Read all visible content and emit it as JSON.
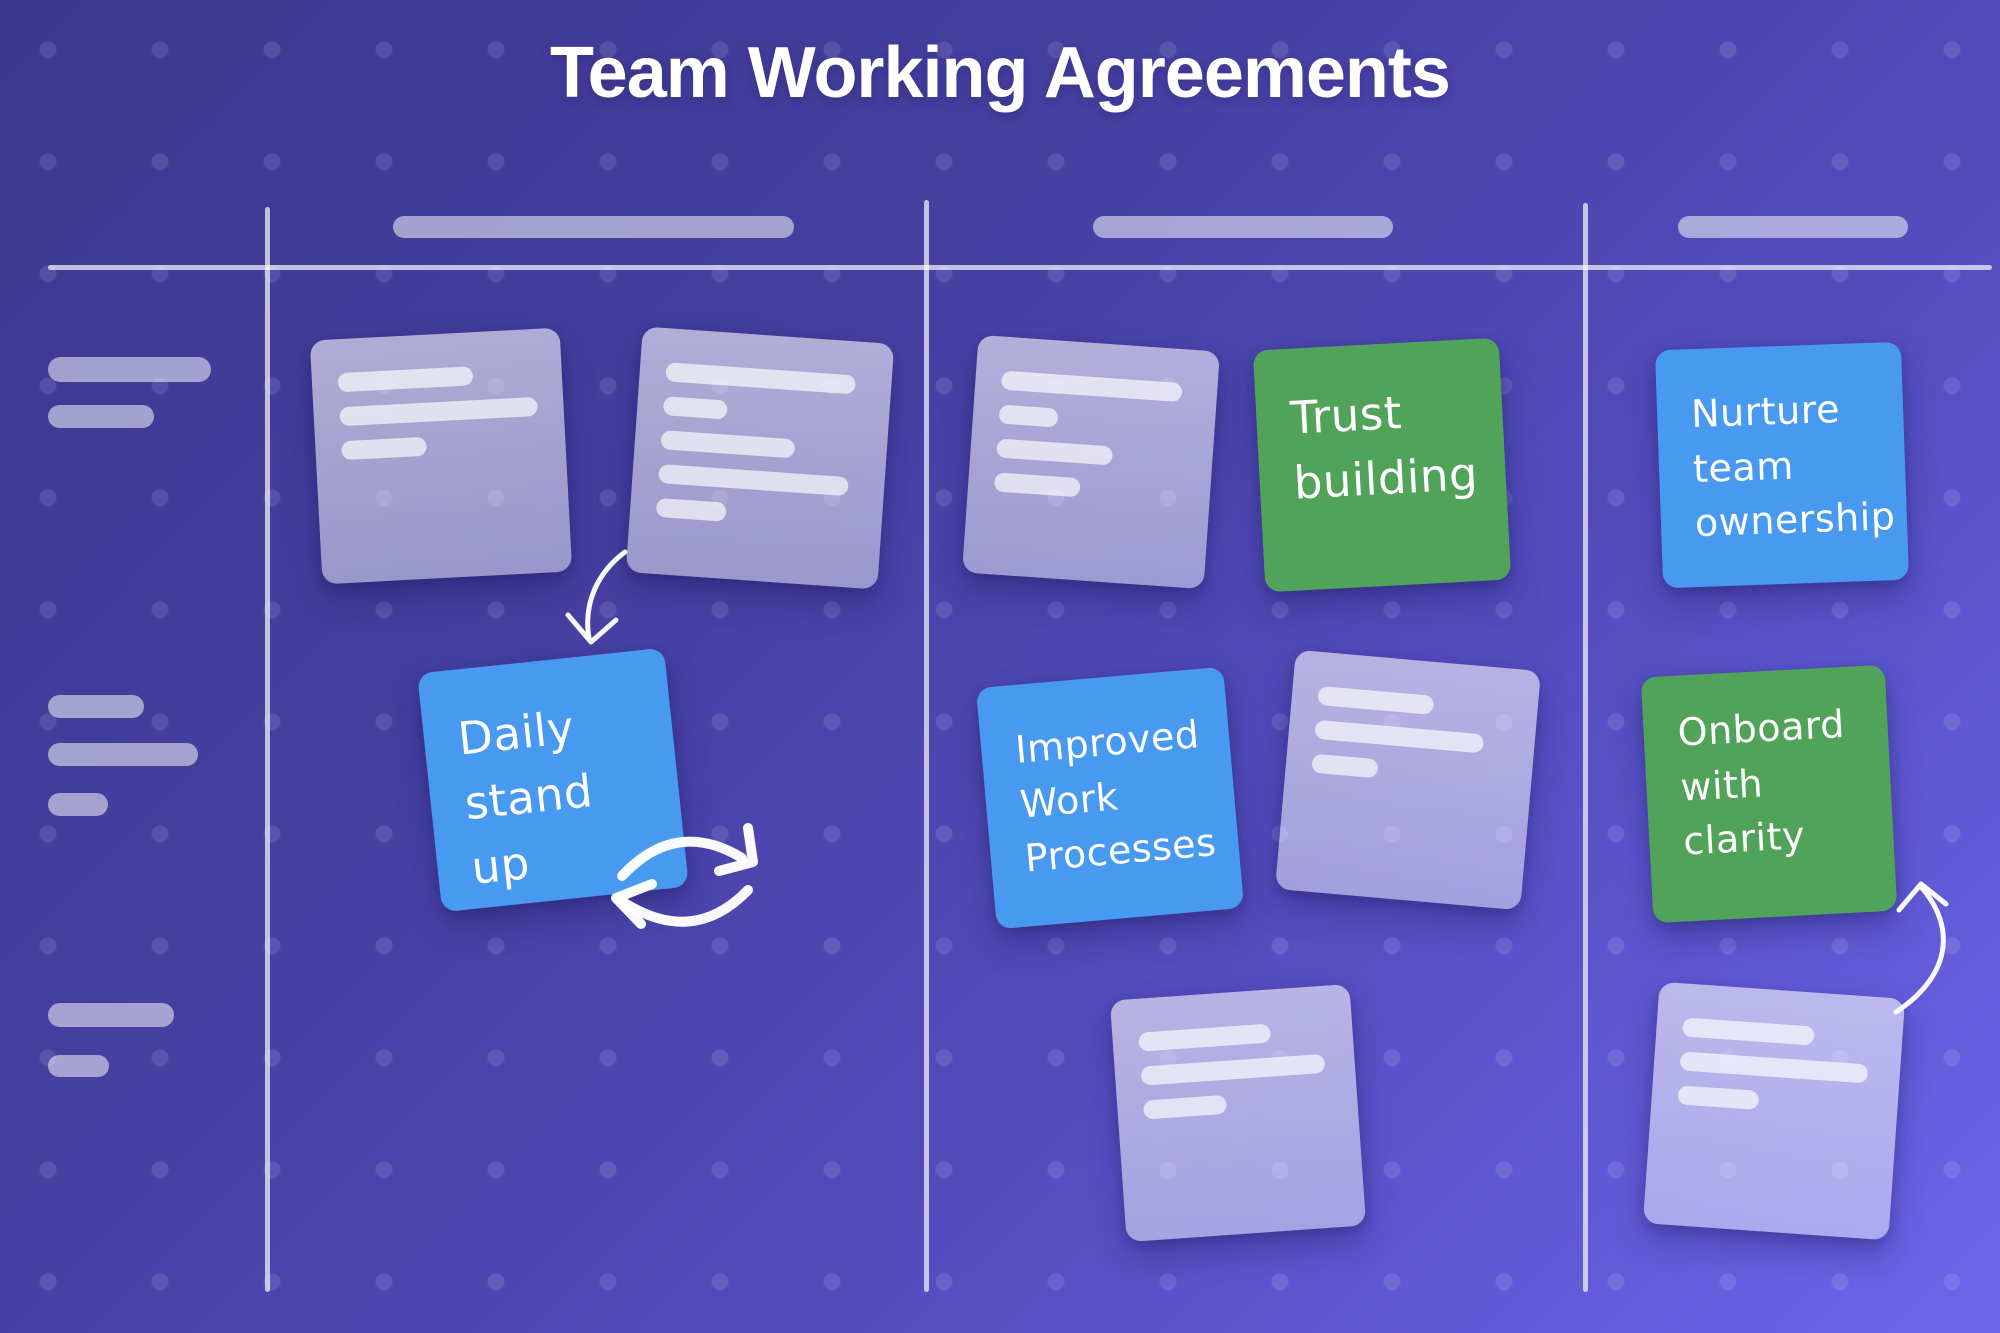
{
  "title": "Team Working Agreements",
  "notes": {
    "daily_standup": {
      "label": "Daily\nstand up",
      "color_name": "blue"
    },
    "trust_building": {
      "label": "Trust\nbuilding",
      "color_name": "green"
    },
    "improved_work_processes": {
      "label": "Improved\nWork\nProcesses",
      "color_name": "blue"
    },
    "nurture_team_ownership": {
      "label": "Nurture\nteam\nownership",
      "color_name": "blue"
    },
    "onboard_with_clarity": {
      "label": "Onboard\nwith clarity",
      "color_name": "green"
    },
    "placeholders": {
      "col1_top_left": {
        "lines_pct": [
          68,
          100,
          43
        ]
      },
      "col1_top_right": {
        "lines_pct": [
          95,
          32,
          67,
          95,
          35
        ]
      },
      "col2_top": {
        "lines_pct": [
          95,
          31,
          61,
          45
        ]
      },
      "col2_mid_right": {
        "lines_pct": [
          60,
          87,
          34
        ]
      },
      "col2_bottom": {
        "lines_pct": [
          70,
          98,
          44
        ]
      },
      "col3_bottom": {
        "lines_pct": [
          68,
          97,
          42
        ]
      }
    }
  },
  "annotations": {
    "arrow_to_daily_standup": "curved-arrow-down",
    "cycle_arrows": "cycle-refresh-arrows",
    "arrow_to_onboard_with_clarity": "curved-arrow-up"
  },
  "colors": {
    "note_blue": "#4899F0",
    "note_green": "#52A35A",
    "background_top_left": "#3C3890",
    "background_bottom_right": "#6C66EB",
    "ink_white": "#FFFFFF"
  }
}
